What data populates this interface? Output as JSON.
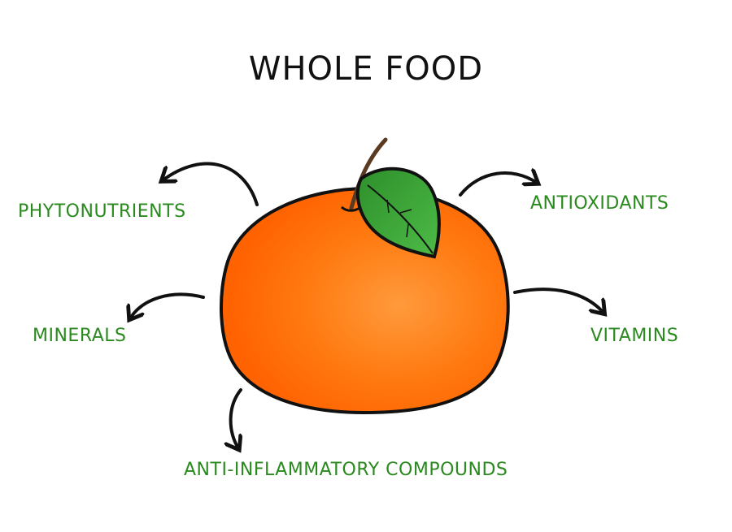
{
  "title": "WHOLE FOOD",
  "center_item": {
    "icon": "orange-fruit-icon",
    "leaf_icon": "leaf-icon"
  },
  "labels": {
    "phytonutrients": "PHYTONUTRIENTS",
    "minerals": "MINERALS",
    "antioxidants": "ANTIOXIDANTS",
    "vitamins": "VITAMINS",
    "anti_inflammatory": "ANTI-INFLAMMATORY COMPOUNDS"
  },
  "colors": {
    "label_green": "#2a8a1f",
    "title": "#111111",
    "orange_dark": "#ff6a00",
    "orange_light": "#ff9a3c",
    "leaf": "#3aa635",
    "outline": "#111111"
  }
}
